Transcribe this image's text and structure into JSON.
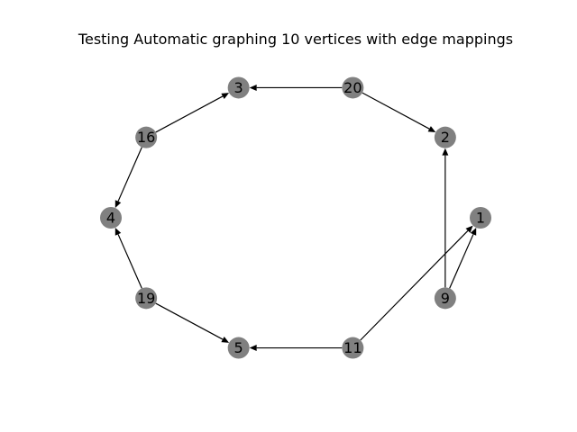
{
  "figure": {
    "title": "Testing Automatic graphing 10 vertices with edge mappings"
  },
  "graph": {
    "node_color": "#808080",
    "edge_color": "#000000",
    "label_color": "#000000",
    "layout": "circular",
    "directed": true,
    "nodes": [
      "1",
      "2",
      "20",
      "3",
      "16",
      "4",
      "19",
      "5",
      "11",
      "9"
    ],
    "edges": [
      {
        "from": "20",
        "to": "2"
      },
      {
        "from": "20",
        "to": "3"
      },
      {
        "from": "9",
        "to": "2"
      },
      {
        "from": "9",
        "to": "1"
      },
      {
        "from": "16",
        "to": "3"
      },
      {
        "from": "16",
        "to": "4"
      },
      {
        "from": "11",
        "to": "1"
      },
      {
        "from": "11",
        "to": "5"
      },
      {
        "from": "19",
        "to": "4"
      },
      {
        "from": "19",
        "to": "5"
      }
    ]
  }
}
